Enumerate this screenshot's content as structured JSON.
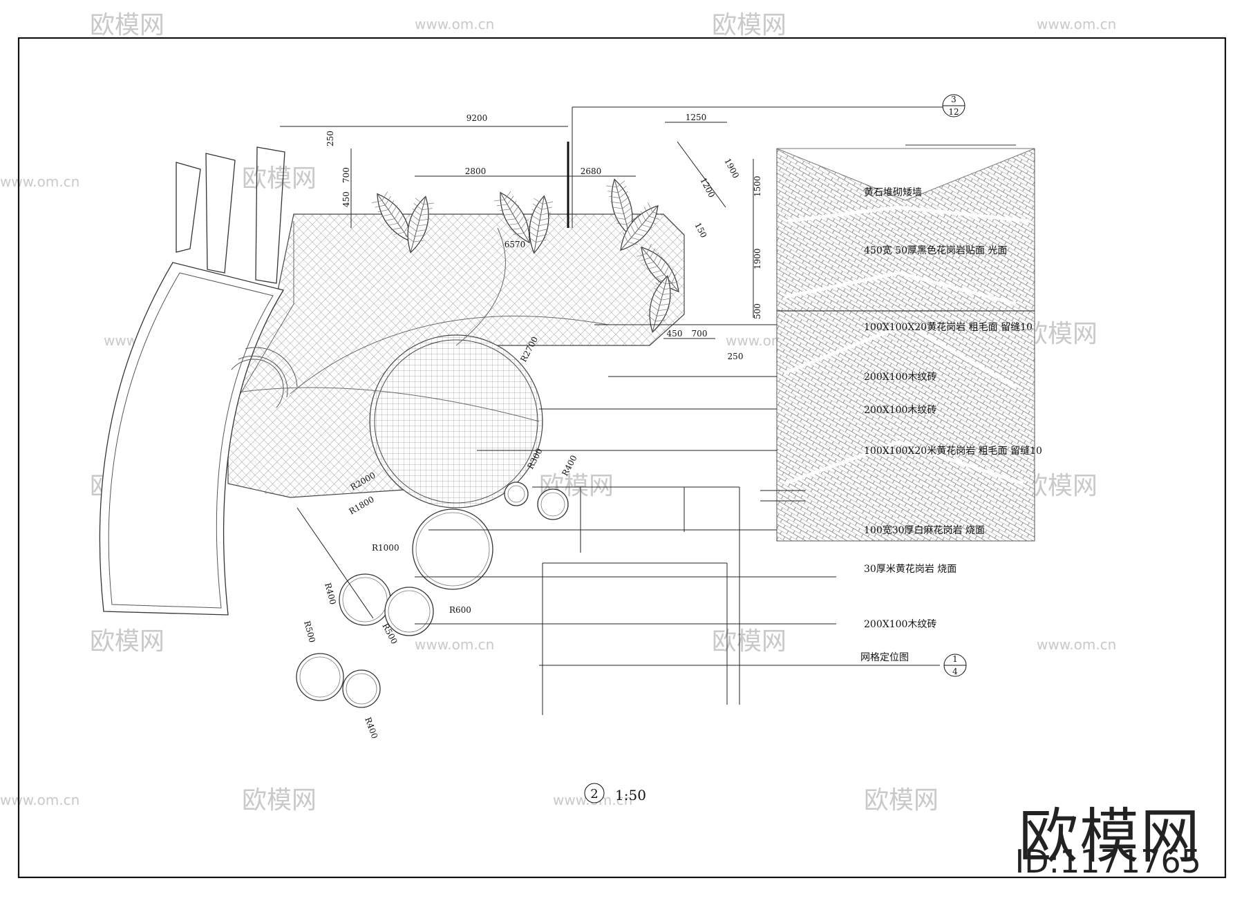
{
  "watermark": {
    "logo": "欧模网",
    "url": "www.om.cn",
    "url_short": "om.cn"
  },
  "stamp": {
    "logo": "欧模网",
    "id": "ID:1171765"
  },
  "view": {
    "number": "2",
    "scale": "1:50"
  },
  "callout_top": {
    "top": "3",
    "bottom": "12"
  },
  "callout_bottom": {
    "top": "1",
    "bottom": "4"
  },
  "dimensions": {
    "d9200": "9200",
    "d1250": "1250",
    "d250_top": "250",
    "d700_top": "700",
    "d450_left": "450",
    "d2800": "2800",
    "d2680": "2680",
    "d1900_diag": "1900",
    "d1200": "1200",
    "d1500": "1500",
    "d150": "150",
    "d6570": "6570",
    "d1900": "1900",
    "d500": "500",
    "d450": "450",
    "d700": "700",
    "d250": "250",
    "r2700": "R2700",
    "r2000": "R2000",
    "r1800": "R1800",
    "r300": "R300",
    "r400_a": "R400",
    "r1000": "R1000",
    "r400_b": "R400",
    "r600": "R600",
    "r500_a": "R500",
    "r500_b": "R500",
    "r400_c": "R400"
  },
  "annotations": [
    "黄石堆砌矮墙",
    "450宽 50厚黑色花岗岩贴面 光面",
    "100X100X20黄花岗岩 粗毛面 留缝10",
    "200X100木纹砖",
    "200X100木纹砖",
    "100X100X20米黄花岗岩 粗毛面 留缝10",
    "100宽30厚白麻花岗岩 烧面",
    "30厚米黄花岗岩 烧面",
    "200X100木纹砖",
    "网格定位图"
  ]
}
